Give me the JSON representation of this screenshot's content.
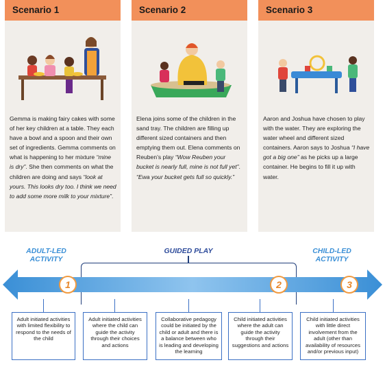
{
  "scenarios": [
    {
      "title": "Scenario 1",
      "text_html": "Gemma is making fairy cakes with some of her key children at a table. They each have a bowl and a spoon and their own set of ingredients. Gemma comments on what is happening to her mixture <em>“mine is dry”</em>. She then comments on what the children are doing and says <em>“look at yours. This looks dry too. I think we need to add some more milk to your mixture”</em>."
    },
    {
      "title": "Scenario 2",
      "text_html": "Elena joins some of the children in the sand tray. The children are filling up different sized containers and then emptying them out. Elena comments on Reuben’s play <em>“Wow Reuben your bucket is nearly full, mine is not full yet”</em>. <em>“Ewa your bucket gets full so quickly.”</em>"
    },
    {
      "title": "Scenario 3",
      "text_html": "Aaron and Joshua have chosen to play with the water. They are exploring the water wheel and different sized containers. Aaron says to Joshua <em>“I have got a big one”</em> as he picks up a large container. He begins to fill it up with water."
    }
  ],
  "spectrum": {
    "adult_led": [
      "ADULT-LED",
      "ACTIVITY"
    ],
    "guided": "GUIDED PLAY",
    "child_led": [
      "CHILD-LED",
      "ACTIVITY"
    ],
    "markers": [
      "1",
      "2",
      "3"
    ]
  },
  "boxes": [
    "Adult initiated activities with limited flexibility to respond to the needs of the child",
    "Adult initiated activities where the child can guide the activity through their choices and actions",
    "Collaborative pedagogy could be initiated by the child or adult and there is a balance between who is leading and developing the learning",
    "Child initiated activities where the adult can guide the activity through their suggestions and actions",
    "Child initiated activities with little direct involvement from the adult (other than availability of resources and/or previous input)"
  ],
  "colors": {
    "header_orange": "#f2905a",
    "card_bg": "#f1eeea",
    "arrow_blue": "#3a8fd6",
    "bracket_navy": "#1f3d7a",
    "marker_orange": "#f29a3f"
  }
}
